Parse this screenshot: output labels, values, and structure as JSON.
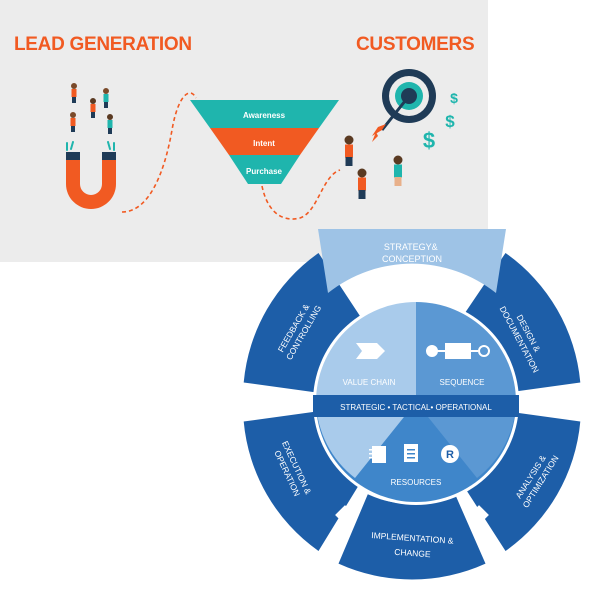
{
  "funnel": {
    "lead_generation": "LEAD GENERATION",
    "customers": "CUSTOMERS",
    "stages": [
      "Awareness",
      "Intent",
      "Purchase"
    ],
    "dollar_sign": "$",
    "colors": {
      "orange": "#f15a22",
      "teal": "#1fb5ad",
      "navy": "#1f3b57",
      "panel": "#ececec"
    }
  },
  "wheel": {
    "top_segment": [
      "STRATEGY&",
      "CONCEPTION"
    ],
    "outer_segments": [
      [
        "DESIGN &",
        "DOCUMENTATION"
      ],
      [
        "ANALYSIS &",
        "OPTIMIZATION"
      ],
      [
        "IMPLEMENTATION &",
        "CHANGE"
      ],
      [
        "EXECUTION &",
        "OPERATION"
      ],
      [
        "FEEDBACK &",
        "CONTROLLING"
      ]
    ],
    "inner": {
      "value_chain": "VALUE CHAIN",
      "sequence": "SEQUENCE",
      "band": "STRATEGIC • TACTICAL• OPERATIONAL",
      "resources": "RESOURCES",
      "resources_badge": "R"
    },
    "colors": {
      "dark": "#1d5ea8",
      "light": "#9ec3e6",
      "mid": "#5b98d3",
      "inner_light": "#a9cbeb"
    }
  }
}
